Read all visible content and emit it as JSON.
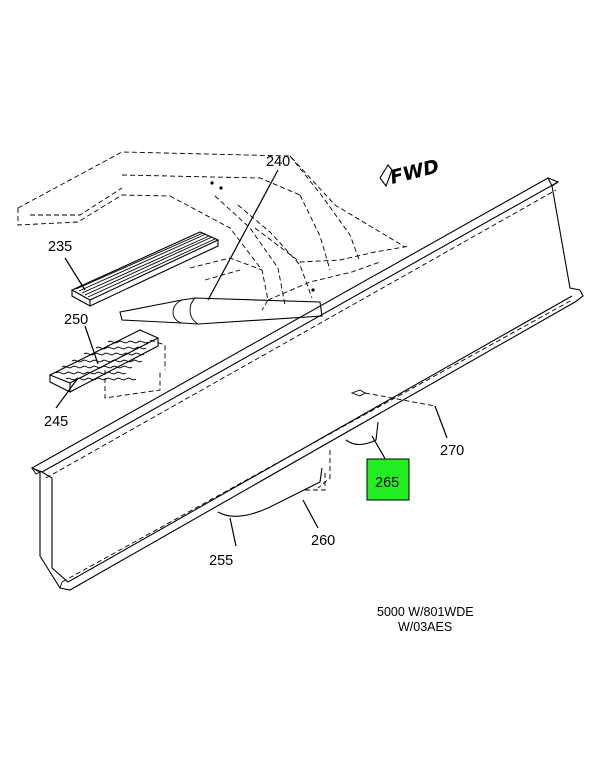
{
  "fwd_label": "FWD",
  "callouts": {
    "c240": "240",
    "c235": "235",
    "c250": "250",
    "c245": "245",
    "c270": "270",
    "c265": "265",
    "c255": "255",
    "c260": "260"
  },
  "highlight_color": "#22ee22",
  "notes": {
    "line1": "5000 W/801WDE",
    "line2": "W/03AES"
  }
}
